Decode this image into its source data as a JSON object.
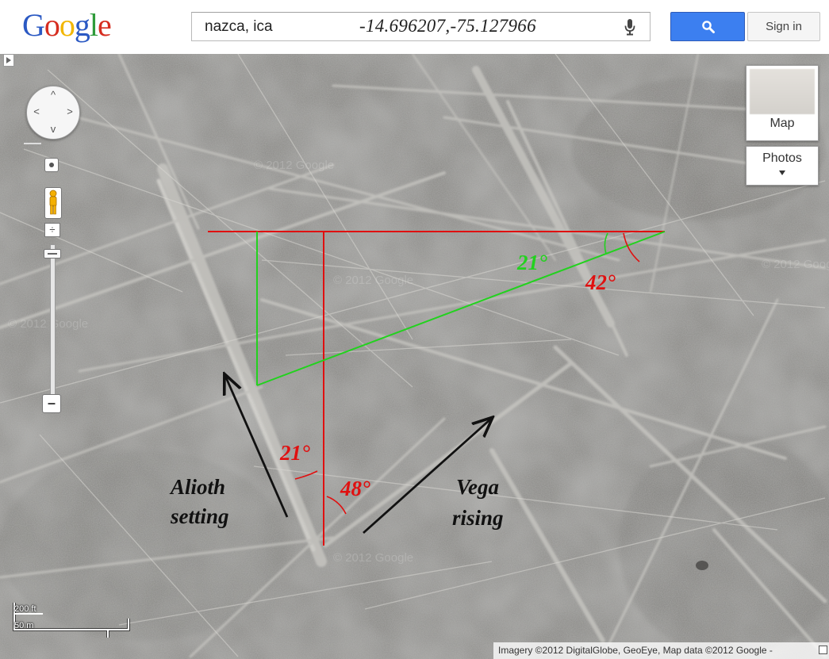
{
  "header": {
    "logo_letters": [
      {
        "ch": "G",
        "color": "#2b59c3"
      },
      {
        "ch": "o",
        "color": "#d62d20"
      },
      {
        "ch": "o",
        "color": "#f2b600"
      },
      {
        "ch": "g",
        "color": "#2b59c3"
      },
      {
        "ch": "l",
        "color": "#2f9b3a"
      },
      {
        "ch": "e",
        "color": "#d62d20"
      }
    ],
    "search_query": "nazca, ica",
    "search_coords": "-14.696207,-75.127966",
    "signin_label": "Sign in",
    "mic_icon": "microphone-icon",
    "search_icon": "magnifier-icon"
  },
  "controls": {
    "map_type_label": "Map",
    "photos_label": "Photos",
    "compass_symbol": "÷",
    "zoom_out_symbol": "–",
    "pan_up": "^",
    "pan_down": "v",
    "pan_left": "<",
    "pan_right": ">"
  },
  "scale": {
    "feet_label": "200 ft",
    "meters_label": "50 m"
  },
  "attribution": "Imagery ©2012 DigitalGlobe, GeoEye, Map data ©2012 Google -",
  "annotations": {
    "angle_green_top": "21°",
    "angle_red_top": "42°",
    "angle_red_left": "21°",
    "angle_red_bottom": "48°",
    "label_left_1": "Alioth",
    "label_left_2": "setting",
    "label_right_1": "Vega",
    "label_right_2": "rising"
  },
  "colors": {
    "red_line": "#e01010",
    "green_line": "#22d21e",
    "arrow": "#111111",
    "search_button": "#3c7ff0"
  },
  "watermark": "© 2012 Google"
}
